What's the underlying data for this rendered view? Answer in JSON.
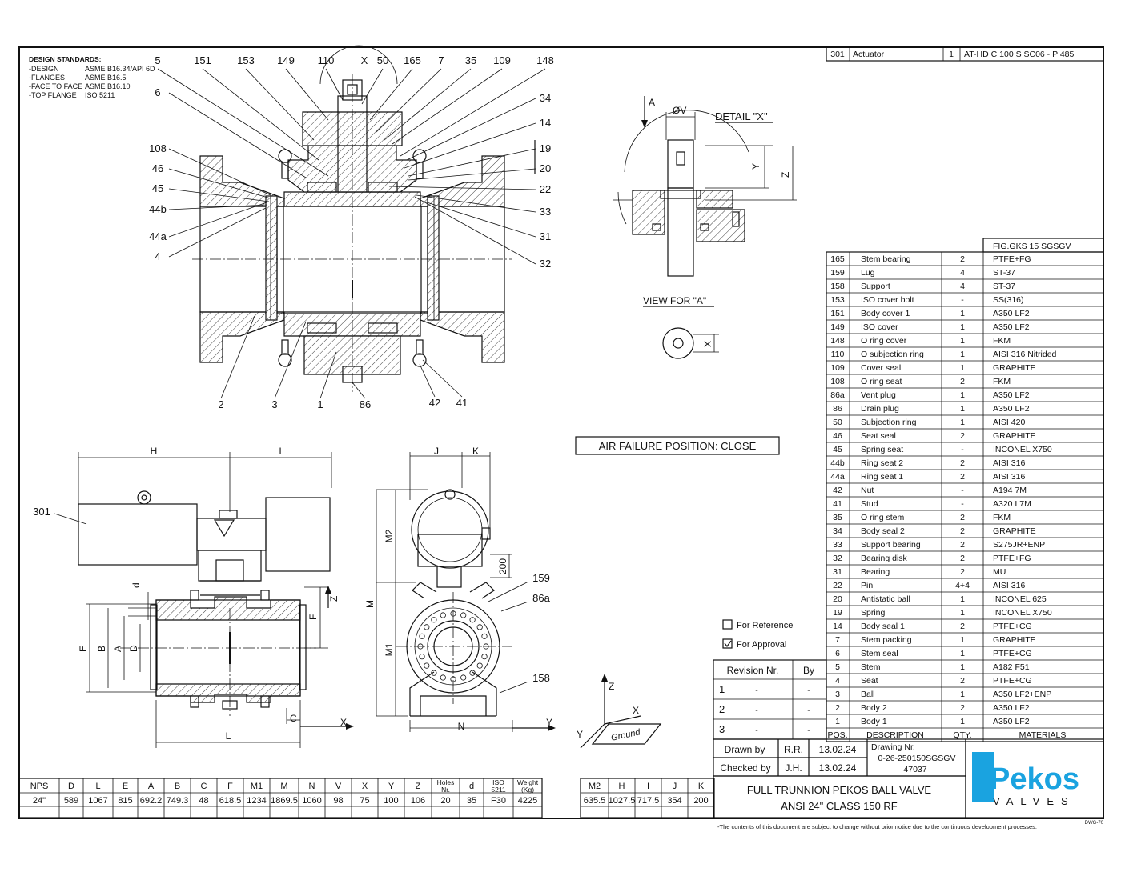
{
  "design_standards": {
    "title": "DESIGN STANDARDS:",
    "rows": [
      {
        "k": "-DESIGN",
        "v": "ASME B16.34/API 6D"
      },
      {
        "k": "-FLANGES",
        "v": "ASME B16.5"
      },
      {
        "k": "-FACE TO FACE",
        "v": "ASME B16.10"
      },
      {
        "k": "-TOP FLANGE",
        "v": "ISO 5211"
      }
    ]
  },
  "balloons": {
    "top": [
      "5",
      "151",
      "153",
      "149",
      "110",
      "X",
      "50",
      "165",
      "7",
      "35",
      "109",
      "148"
    ],
    "left": [
      "6",
      "108",
      "46",
      "45",
      "44b",
      "44a",
      "4"
    ],
    "right": [
      "34",
      "14",
      "19",
      "20",
      "22",
      "33",
      "31",
      "32"
    ],
    "bottom": [
      "2",
      "3",
      "1",
      "86",
      "42",
      "41"
    ]
  },
  "detail": {
    "title": "DETAIL \"X\"",
    "view_for": "VIEW FOR \"A\"",
    "arrow_label": "A",
    "dims": {
      "v": "ØV",
      "y": "Y",
      "z": "Z",
      "x": "X"
    }
  },
  "air_failure": "AIR FAILURE POSITION: CLOSE",
  "lower_labels": {
    "actuator_pos": "301",
    "h": "H",
    "i": "I",
    "j": "J",
    "k": "K",
    "m": "M",
    "m1": "M1",
    "m2": "M2",
    "dim200": "200",
    "e": "E",
    "b": "B",
    "a": "A",
    "d": "D",
    "dsmall": "d",
    "f": "F",
    "z": "Z",
    "l": "L",
    "c": "C",
    "x": "X",
    "n": "N",
    "y": "Y",
    "p159": "159",
    "p86a": "86a",
    "p158": "158",
    "ground": "Ground"
  },
  "checks": {
    "reference": {
      "label": "For Reference",
      "checked": false
    },
    "approval": {
      "label": "For Approval",
      "checked": true
    }
  },
  "actuator_row": {
    "pos": "301",
    "desc": "Actuator",
    "qty": "1",
    "mat": "AT-HD C 100 S SC06 - P 485"
  },
  "fig": "FIG.GKS 15 SGSGV",
  "bom": [
    {
      "pos": "165",
      "desc": "Stem bearing",
      "qty": "2",
      "mat": "PTFE+FG"
    },
    {
      "pos": "159",
      "desc": "Lug",
      "qty": "4",
      "mat": "ST-37"
    },
    {
      "pos": "158",
      "desc": "Support",
      "qty": "4",
      "mat": "ST-37"
    },
    {
      "pos": "153",
      "desc": "ISO cover bolt",
      "qty": "-",
      "mat": "SS(316)"
    },
    {
      "pos": "151",
      "desc": "Body cover 1",
      "qty": "1",
      "mat": "A350 LF2"
    },
    {
      "pos": "149",
      "desc": "ISO cover",
      "qty": "1",
      "mat": "A350 LF2"
    },
    {
      "pos": "148",
      "desc": "O ring cover",
      "qty": "1",
      "mat": "FKM"
    },
    {
      "pos": "110",
      "desc": "O subjection ring",
      "qty": "1",
      "mat": "AISI 316 Nitrided"
    },
    {
      "pos": "109",
      "desc": "Cover seal",
      "qty": "1",
      "mat": "GRAPHITE"
    },
    {
      "pos": "108",
      "desc": "O ring seat",
      "qty": "2",
      "mat": "FKM"
    },
    {
      "pos": "86a",
      "desc": "Vent plug",
      "qty": "1",
      "mat": "A350 LF2"
    },
    {
      "pos": "86",
      "desc": "Drain plug",
      "qty": "1",
      "mat": "A350 LF2"
    },
    {
      "pos": "50",
      "desc": "Subjection ring",
      "qty": "1",
      "mat": "AISI 420"
    },
    {
      "pos": "46",
      "desc": "Seat seal",
      "qty": "2",
      "mat": "GRAPHITE"
    },
    {
      "pos": "45",
      "desc": "Spring seat",
      "qty": "-",
      "mat": "INCONEL X750"
    },
    {
      "pos": "44b",
      "desc": "Ring seat 2",
      "qty": "2",
      "mat": "AISI 316"
    },
    {
      "pos": "44a",
      "desc": "Ring seat 1",
      "qty": "2",
      "mat": "AISI 316"
    },
    {
      "pos": "42",
      "desc": "Nut",
      "qty": "-",
      "mat": "A194 7M"
    },
    {
      "pos": "41",
      "desc": "Stud",
      "qty": "-",
      "mat": "A320 L7M"
    },
    {
      "pos": "35",
      "desc": "O ring stem",
      "qty": "2",
      "mat": "FKM"
    },
    {
      "pos": "34",
      "desc": "Body seal 2",
      "qty": "2",
      "mat": "GRAPHITE"
    },
    {
      "pos": "33",
      "desc": "Support bearing",
      "qty": "2",
      "mat": "S275JR+ENP"
    },
    {
      "pos": "32",
      "desc": "Bearing disk",
      "qty": "2",
      "mat": "PTFE+FG"
    },
    {
      "pos": "31",
      "desc": "Bearing",
      "qty": "2",
      "mat": "MU"
    },
    {
      "pos": "22",
      "desc": "Pin",
      "qty": "4+4",
      "mat": "AISI 316"
    },
    {
      "pos": "20",
      "desc": "Antistatic ball",
      "qty": "1",
      "mat": "INCONEL 625"
    },
    {
      "pos": "19",
      "desc": "Spring",
      "qty": "1",
      "mat": "INCONEL X750"
    },
    {
      "pos": "14",
      "desc": "Body seal 1",
      "qty": "2",
      "mat": "PTFE+CG"
    },
    {
      "pos": "7",
      "desc": "Stem packing",
      "qty": "1",
      "mat": "GRAPHITE"
    },
    {
      "pos": "6",
      "desc": "Stem seal",
      "qty": "1",
      "mat": "PTFE+CG"
    },
    {
      "pos": "5",
      "desc": "Stem",
      "qty": "1",
      "mat": "A182 F51"
    },
    {
      "pos": "4",
      "desc": "Seat",
      "qty": "2",
      "mat": "PTFE+CG"
    },
    {
      "pos": "3",
      "desc": "Ball",
      "qty": "1",
      "mat": "A350 LF2+ENP"
    },
    {
      "pos": "2",
      "desc": "Body 2",
      "qty": "2",
      "mat": "A350 LF2"
    },
    {
      "pos": "1",
      "desc": "Body 1",
      "qty": "1",
      "mat": "A350 LF2"
    }
  ],
  "bom_headers": {
    "pos": "POS.",
    "desc": "DESCRIPTION",
    "qty": "QTY.",
    "mat": "MATERIALS"
  },
  "revision": {
    "headers": {
      "rev": "Revision Nr.",
      "by": "By"
    },
    "rows": [
      {
        "n": "1",
        "d": "-",
        "by": "-"
      },
      {
        "n": "2",
        "d": "-",
        "by": "-"
      },
      {
        "n": "3",
        "d": "-",
        "by": "-"
      }
    ]
  },
  "title_block": {
    "drawn_by_label": "Drawn by",
    "drawn_by": "R.R.",
    "drawn_date": "13.02.24",
    "checked_by_label": "Checked by",
    "checked_by": "J.H.",
    "checked_date": "13.02.24",
    "drawing_nr_label": "Drawing Nr.",
    "drawing_nr": "0-26-250150SGSGV",
    "drawing_nr2": "47037",
    "title1": "FULL TRUNNION PEKOS BALL VALVE",
    "title2": "ANSI 24\" CLASS 150 RF"
  },
  "logo": {
    "name": "Pekos",
    "sub": "VALVES",
    "color": "#1aa3e0"
  },
  "dims_table": {
    "headers": [
      "NPS",
      "D",
      "L",
      "E",
      "A",
      "B",
      "C",
      "F",
      "M1",
      "M",
      "N",
      "V",
      "X",
      "Y",
      "Z",
      "Holes Nr.",
      "d",
      "ISO 5211",
      "Weight (Kg)"
    ],
    "values": [
      "24\"",
      "589",
      "1067",
      "815",
      "692.2",
      "749.3",
      "48",
      "618.5",
      "1234",
      "1869.5",
      "1060",
      "98",
      "75",
      "100",
      "106",
      "20",
      "35",
      "F30",
      "4225"
    ]
  },
  "dims_table2": {
    "headers": [
      "M2",
      "H",
      "I",
      "J",
      "K"
    ],
    "values": [
      "635.5",
      "1027.5",
      "717.5",
      "354",
      "200"
    ]
  },
  "footer_note": "-The contents of this document are subject to change without prior notice due to the continuous development processes.",
  "dwg_code": "DWG-70"
}
